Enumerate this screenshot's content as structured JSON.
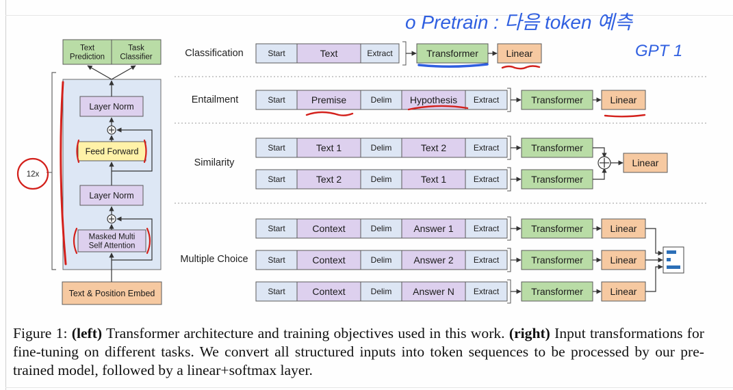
{
  "colors": {
    "blue_box": "#dde6f4",
    "purple_box": "#ddd0ee",
    "green_box": "#b9dca6",
    "orange_box": "#f6c9a1",
    "yellow_box": "#fff2a8",
    "panel": "#dde7f5",
    "annotation_red": "#d3201b",
    "annotation_blue": "#2f5fe0",
    "box_border": "#5a5a5a"
  },
  "left": {
    "top_boxes": [
      "Text\nPrediction",
      "Task\nClassifier"
    ],
    "layer_norm_top": "Layer Norm",
    "feed_forward": "Feed Forward",
    "layer_norm_mid": "Layer Norm",
    "attention": "Masked Multi\nSelf Attention",
    "embed": "Text & Position Embed",
    "repeat": "12x"
  },
  "tasks": {
    "classification": {
      "label": "Classification",
      "seq": [
        "Start",
        "Text",
        "Extract"
      ],
      "transformer": "Transformer",
      "linear": "Linear"
    },
    "entailment": {
      "label": "Entailment",
      "seq": [
        "Start",
        "Premise",
        "Delim",
        "Hypothesis",
        "Extract"
      ],
      "transformer": "Transformer",
      "linear": "Linear"
    },
    "similarity": {
      "label": "Similarity",
      "rows": [
        [
          "Start",
          "Text 1",
          "Delim",
          "Text 2",
          "Extract"
        ],
        [
          "Start",
          "Text 2",
          "Delim",
          "Text 1",
          "Extract"
        ]
      ],
      "transformer": "Transformer",
      "linear": "Linear"
    },
    "multiple_choice": {
      "label": "Multiple Choice",
      "rows": [
        [
          "Start",
          "Context",
          "Delim",
          "Answer 1",
          "Extract"
        ],
        [
          "Start",
          "Context",
          "Delim",
          "Answer 2",
          "Extract"
        ],
        [
          "Start",
          "Context",
          "Delim",
          "Answer N",
          "Extract"
        ]
      ],
      "transformer": "Transformer",
      "linear": "Linear"
    }
  },
  "handwritten_note": {
    "line1": "o Pretrain : 다음 token 예측",
    "line2": "GPT 1"
  },
  "caption": {
    "prefix": "Figure 1: ",
    "left_bold": "(left)",
    "mid": " Transformer architecture and training objectives used in this work. ",
    "right_bold": "(right)",
    "suffix": " Input transformations for fine-tuning on different tasks.  We convert all structured inputs into token sequences to be processed by our pre-trained model, followed by a linear+softmax layer."
  }
}
